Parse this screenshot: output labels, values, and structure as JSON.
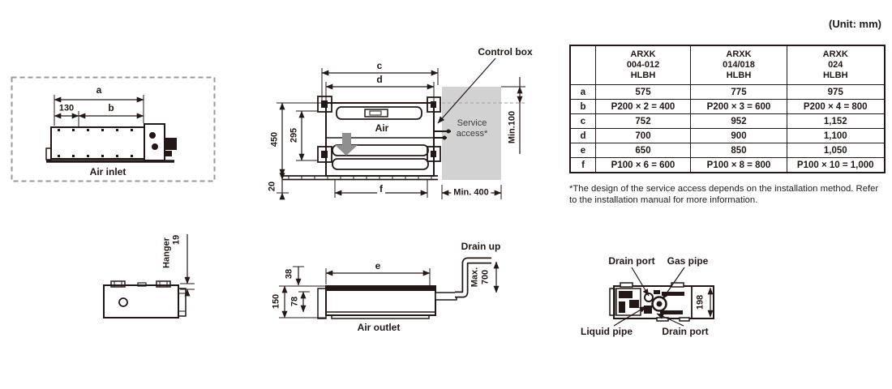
{
  "unit_note": "(Unit: mm)",
  "air_inlet": {
    "title": "Air inlet",
    "dim_a": "a",
    "dim_130": "130",
    "dim_b": "b"
  },
  "top_view": {
    "control_box": "Control box",
    "air": "Air",
    "service_access": [
      "Service",
      "access*"
    ],
    "dim_c": "c",
    "dim_d": "d",
    "dim_450": "450",
    "dim_295": "295",
    "dim_20": "20",
    "dim_f": "f",
    "min_100": "Min.100",
    "min_400": "Min. 400"
  },
  "hanger_view": {
    "hanger": "Hanger",
    "dim_19": "19"
  },
  "air_outlet": {
    "title": "Air outlet",
    "drain_up": "Drain up",
    "max_label": "Max.",
    "max_value": "700",
    "dim_e": "e",
    "dim_38": "38",
    "dim_150": "150",
    "dim_78": "78"
  },
  "piping_view": {
    "drain_port_top": "Drain port",
    "gas_pipe": "Gas pipe",
    "liquid_pipe": "Liquid pipe",
    "drain_port_bottom": "Drain port",
    "dim_198": "198"
  },
  "table": {
    "headers": [
      [
        "ARXK",
        "004-012",
        "HLBH"
      ],
      [
        "ARXK",
        "014/018",
        "HLBH"
      ],
      [
        "ARXK",
        "024",
        "HLBH"
      ]
    ],
    "rows": [
      {
        "label": "a",
        "cells": [
          "575",
          "775",
          "975"
        ]
      },
      {
        "label": "b",
        "cells": [
          "P200 × 2 = 400",
          "P200 × 3 = 600",
          "P200 × 4 = 800"
        ]
      },
      {
        "label": "c",
        "cells": [
          "752",
          "952",
          "1,152"
        ]
      },
      {
        "label": "d",
        "cells": [
          "700",
          "900",
          "1,100"
        ]
      },
      {
        "label": "e",
        "cells": [
          "650",
          "850",
          "1,050"
        ]
      },
      {
        "label": "f",
        "cells": [
          "P100 × 6 = 600",
          "P100 × 8 = 800",
          "P100 × 10 = 1,000"
        ]
      }
    ],
    "footnote": "*The design of the service access depends on the installation method. Refer to the installation manual for more information."
  },
  "colors": {
    "line": "#231815",
    "service_fill": "#d2d2d2",
    "air_arrow": "#8f8f8f"
  }
}
